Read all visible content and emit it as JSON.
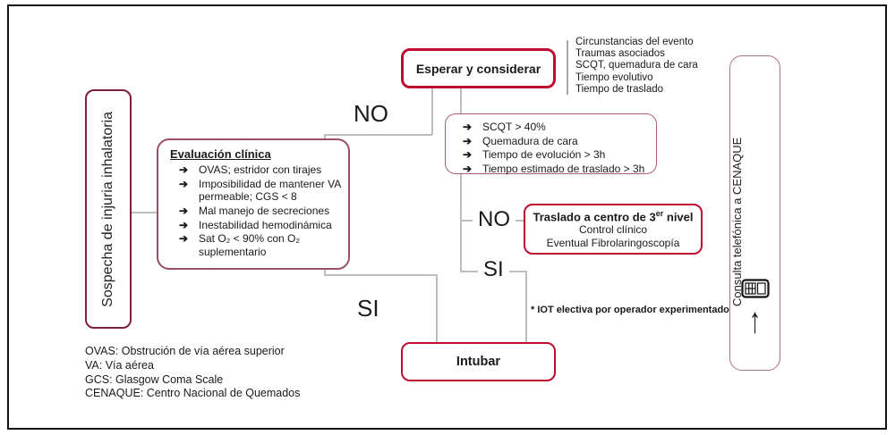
{
  "colors": {
    "crimson": "#bf0d32",
    "maroon_dark": "#7d1f3e",
    "rose_medium": "#9c4f63",
    "rose_light": "#b0737f",
    "line_gray": "#bdbdbd"
  },
  "glyphs": {
    "arrow_bullet": "➔",
    "up_arrow": "↑"
  },
  "start_box": {
    "label": "Sospecha de injuria inhalatoria"
  },
  "eval_box": {
    "title": "Evaluación clínica",
    "items": [
      "OVAS; estridor con tirajes",
      "Imposibilidad de mantener VA permeable; CGS < 8",
      "Mal manejo de secreciones",
      "Inestabilidad hemodinámica",
      "Sat O₂ < 90% con O₂ suplementario"
    ]
  },
  "esperar_box": {
    "label": "Esperar y considerar"
  },
  "consider_list": {
    "items": [
      "Circunstancias del evento",
      "Traumas asociados",
      "SCQT, quemadura de cara",
      "Tiempo evolutivo",
      "Tiempo de traslado"
    ]
  },
  "criteria_box": {
    "items": [
      "SCQT > 40%",
      "Quemadura de cara",
      "Tiempo de evolución > 3h",
      "Tiempo estimado de traslado > 3h"
    ]
  },
  "traslado_box": {
    "title_prefix": "Traslado a centro de 3",
    "title_sup": "er",
    "title_suffix": " nivel",
    "lines": [
      "Control clínico",
      "Eventual Fibrolaringoscopía"
    ]
  },
  "intubar_box": {
    "label": "Intubar"
  },
  "branch_labels": {
    "no_upper": "NO",
    "si_lower": "SI",
    "no_mid": "NO",
    "si_mid": "SI"
  },
  "footnote": "* IOT electiva por operador experimentado",
  "phone_box": {
    "label": "Consulta telefónica a CENAQUE"
  },
  "legend": {
    "lines": [
      "OVAS: Obstrución de vía aérea superior",
      "VA: Vía aérea",
      "GCS: Glasgow Coma Scale",
      "CENAQUE: Centro Nacional de Quemados"
    ]
  }
}
